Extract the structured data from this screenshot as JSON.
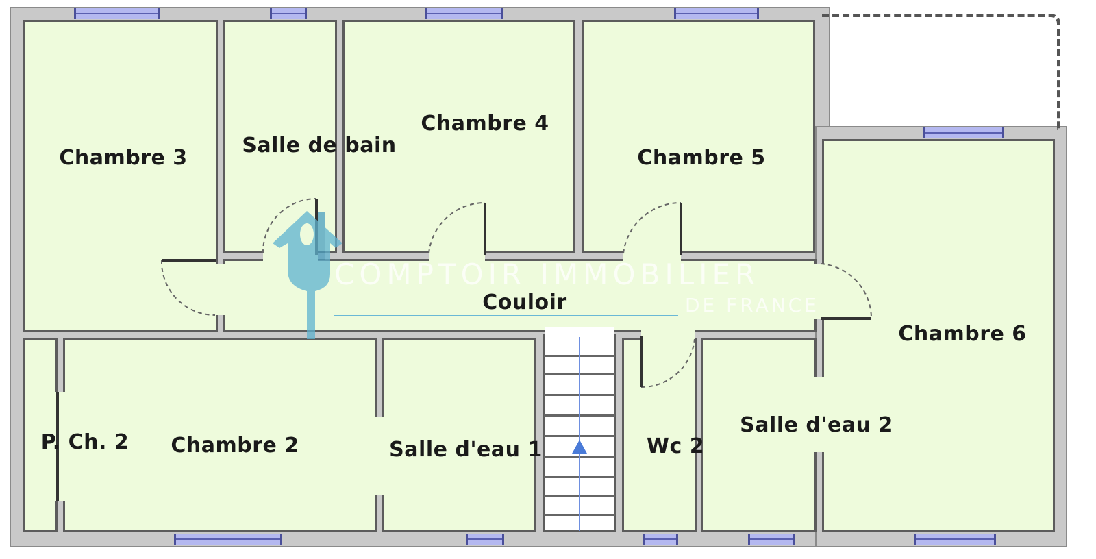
{
  "plan": {
    "rooms": {
      "chambre3": "Chambre 3",
      "salle_de_bain": "Salle de bain",
      "chambre4": "Chambre 4",
      "chambre5": "Chambre 5",
      "couloir": "Couloir",
      "chambre6": "Chambre 6",
      "placard_ch2": "P. Ch. 2",
      "chambre2": "Chambre 2",
      "salle_deau1": "Salle d'eau 1",
      "wc2": "Wc 2",
      "salle_deau2": "Salle d'eau 2"
    },
    "colors": {
      "room": "#eefbdc",
      "wall": "#c9c9c9",
      "window": "#b4b8f0",
      "logo": "#5fb3d0"
    }
  },
  "watermark": {
    "line1": "COMPTOIR IMMOBILIER",
    "line2": "DE FRANCE"
  }
}
